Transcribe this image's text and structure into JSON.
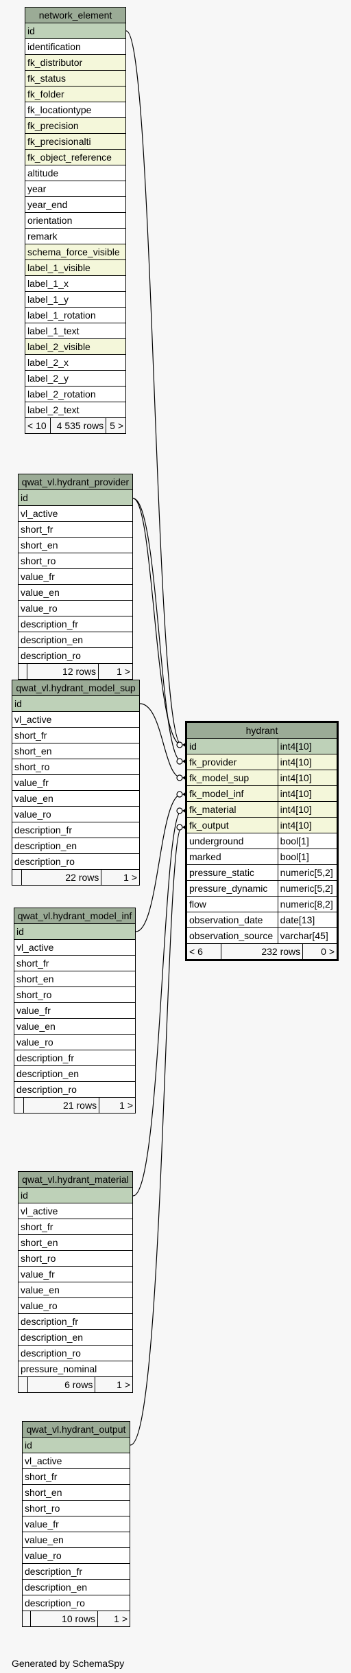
{
  "tables": {
    "network_element": {
      "title": "network_element",
      "rows": [
        {
          "name": "id",
          "kind": "pk"
        },
        {
          "name": "identification",
          "kind": "col"
        },
        {
          "name": "fk_distributor",
          "kind": "fk"
        },
        {
          "name": "fk_status",
          "kind": "fk"
        },
        {
          "name": "fk_folder",
          "kind": "fk"
        },
        {
          "name": "fk_locationtype",
          "kind": "col"
        },
        {
          "name": "fk_precision",
          "kind": "fk"
        },
        {
          "name": "fk_precisionalti",
          "kind": "fk"
        },
        {
          "name": "fk_object_reference",
          "kind": "fk"
        },
        {
          "name": "altitude",
          "kind": "col"
        },
        {
          "name": "year",
          "kind": "col"
        },
        {
          "name": "year_end",
          "kind": "col"
        },
        {
          "name": "orientation",
          "kind": "col"
        },
        {
          "name": "remark",
          "kind": "col"
        },
        {
          "name": "schema_force_visible",
          "kind": "fk"
        },
        {
          "name": "label_1_visible",
          "kind": "fk"
        },
        {
          "name": "label_1_x",
          "kind": "col"
        },
        {
          "name": "label_1_y",
          "kind": "col"
        },
        {
          "name": "label_1_rotation",
          "kind": "col"
        },
        {
          "name": "label_1_text",
          "kind": "col"
        },
        {
          "name": "label_2_visible",
          "kind": "fk"
        },
        {
          "name": "label_2_x",
          "kind": "col"
        },
        {
          "name": "label_2_y",
          "kind": "col"
        },
        {
          "name": "label_2_rotation",
          "kind": "col"
        },
        {
          "name": "label_2_text",
          "kind": "col"
        }
      ],
      "footer": {
        "parents": "< 10",
        "rows": "4 535 rows",
        "children": "5 >"
      }
    },
    "provider": {
      "title": "qwat_vl.hydrant_provider",
      "rows": [
        {
          "name": "id",
          "kind": "pk"
        },
        {
          "name": "vl_active",
          "kind": "col"
        },
        {
          "name": "short_fr",
          "kind": "col"
        },
        {
          "name": "short_en",
          "kind": "col"
        },
        {
          "name": "short_ro",
          "kind": "col"
        },
        {
          "name": "value_fr",
          "kind": "col"
        },
        {
          "name": "value_en",
          "kind": "col"
        },
        {
          "name": "value_ro",
          "kind": "col"
        },
        {
          "name": "description_fr",
          "kind": "col"
        },
        {
          "name": "description_en",
          "kind": "col"
        },
        {
          "name": "description_ro",
          "kind": "col"
        }
      ],
      "footer": {
        "parents": "",
        "rows": "12 rows",
        "children": "1 >"
      }
    },
    "model_sup": {
      "title": "qwat_vl.hydrant_model_sup",
      "rows": [
        {
          "name": "id",
          "kind": "pk"
        },
        {
          "name": "vl_active",
          "kind": "col"
        },
        {
          "name": "short_fr",
          "kind": "col"
        },
        {
          "name": "short_en",
          "kind": "col"
        },
        {
          "name": "short_ro",
          "kind": "col"
        },
        {
          "name": "value_fr",
          "kind": "col"
        },
        {
          "name": "value_en",
          "kind": "col"
        },
        {
          "name": "value_ro",
          "kind": "col"
        },
        {
          "name": "description_fr",
          "kind": "col"
        },
        {
          "name": "description_en",
          "kind": "col"
        },
        {
          "name": "description_ro",
          "kind": "col"
        }
      ],
      "footer": {
        "parents": "",
        "rows": "22 rows",
        "children": "1 >"
      }
    },
    "model_inf": {
      "title": "qwat_vl.hydrant_model_inf",
      "rows": [
        {
          "name": "id",
          "kind": "pk"
        },
        {
          "name": "vl_active",
          "kind": "col"
        },
        {
          "name": "short_fr",
          "kind": "col"
        },
        {
          "name": "short_en",
          "kind": "col"
        },
        {
          "name": "short_ro",
          "kind": "col"
        },
        {
          "name": "value_fr",
          "kind": "col"
        },
        {
          "name": "value_en",
          "kind": "col"
        },
        {
          "name": "value_ro",
          "kind": "col"
        },
        {
          "name": "description_fr",
          "kind": "col"
        },
        {
          "name": "description_en",
          "kind": "col"
        },
        {
          "name": "description_ro",
          "kind": "col"
        }
      ],
      "footer": {
        "parents": "",
        "rows": "21 rows",
        "children": "1 >"
      }
    },
    "material": {
      "title": "qwat_vl.hydrant_material",
      "rows": [
        {
          "name": "id",
          "kind": "pk"
        },
        {
          "name": "vl_active",
          "kind": "col"
        },
        {
          "name": "short_fr",
          "kind": "col"
        },
        {
          "name": "short_en",
          "kind": "col"
        },
        {
          "name": "short_ro",
          "kind": "col"
        },
        {
          "name": "value_fr",
          "kind": "col"
        },
        {
          "name": "value_en",
          "kind": "col"
        },
        {
          "name": "value_ro",
          "kind": "col"
        },
        {
          "name": "description_fr",
          "kind": "col"
        },
        {
          "name": "description_en",
          "kind": "col"
        },
        {
          "name": "description_ro",
          "kind": "col"
        },
        {
          "name": "pressure_nominal",
          "kind": "col"
        }
      ],
      "footer": {
        "parents": "",
        "rows": "6 rows",
        "children": "1 >"
      }
    },
    "output": {
      "title": "qwat_vl.hydrant_output",
      "rows": [
        {
          "name": "id",
          "kind": "pk"
        },
        {
          "name": "vl_active",
          "kind": "col"
        },
        {
          "name": "short_fr",
          "kind": "col"
        },
        {
          "name": "short_en",
          "kind": "col"
        },
        {
          "name": "short_ro",
          "kind": "col"
        },
        {
          "name": "value_fr",
          "kind": "col"
        },
        {
          "name": "value_en",
          "kind": "col"
        },
        {
          "name": "value_ro",
          "kind": "col"
        },
        {
          "name": "description_fr",
          "kind": "col"
        },
        {
          "name": "description_en",
          "kind": "col"
        },
        {
          "name": "description_ro",
          "kind": "col"
        }
      ],
      "footer": {
        "parents": "",
        "rows": "10 rows",
        "children": "1 >"
      }
    },
    "hydrant": {
      "title": "hydrant",
      "rows": [
        {
          "name": "id",
          "type": "int4[10]",
          "kind": "pk"
        },
        {
          "name": "fk_provider",
          "type": "int4[10]",
          "kind": "fk"
        },
        {
          "name": "fk_model_sup",
          "type": "int4[10]",
          "kind": "fk"
        },
        {
          "name": "fk_model_inf",
          "type": "int4[10]",
          "kind": "fk"
        },
        {
          "name": "fk_material",
          "type": "int4[10]",
          "kind": "fk"
        },
        {
          "name": "fk_output",
          "type": "int4[10]",
          "kind": "fk"
        },
        {
          "name": "underground",
          "type": "bool[1]",
          "kind": "col"
        },
        {
          "name": "marked",
          "type": "bool[1]",
          "kind": "col"
        },
        {
          "name": "pressure_static",
          "type": "numeric[5,2]",
          "kind": "col"
        },
        {
          "name": "pressure_dynamic",
          "type": "numeric[5,2]",
          "kind": "col"
        },
        {
          "name": "flow",
          "type": "numeric[8,2]",
          "kind": "col"
        },
        {
          "name": "observation_date",
          "type": "date[13]",
          "kind": "col"
        },
        {
          "name": "observation_source",
          "type": "varchar[45]",
          "kind": "col"
        }
      ],
      "footer": {
        "parents": "< 6",
        "rows": "232 rows",
        "children": "0 >"
      }
    }
  },
  "footer_text": "Generated by SchemaSpy",
  "colors": {
    "header": "#9bab96",
    "pk": "#bed1b8",
    "fk": "#f4f7da",
    "background": "#f7f7f7"
  }
}
